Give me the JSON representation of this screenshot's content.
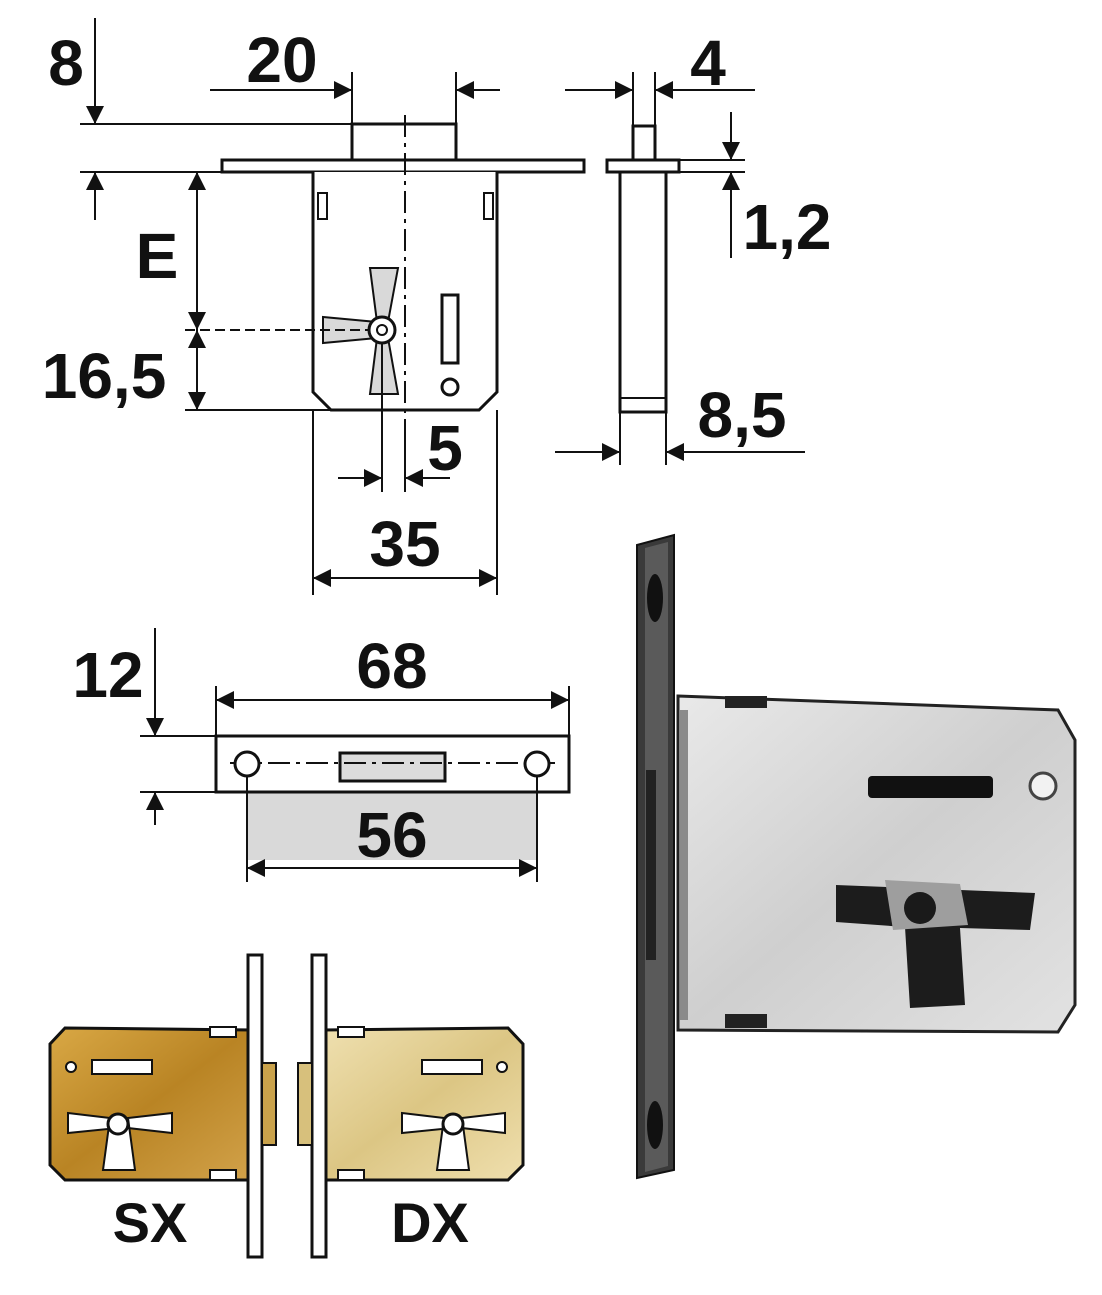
{
  "dimensions": {
    "d8": "8",
    "d20": "20",
    "d4": "4",
    "d1_2": "1,2",
    "dE": "E",
    "d16_5": "16,5",
    "d8_5": "8,5",
    "d5": "5",
    "d35": "35",
    "d12": "12",
    "d68": "68",
    "d56": "56"
  },
  "labels": {
    "left_hand": "SX",
    "right_hand": "DX"
  },
  "colors": {
    "line": "#111111",
    "steel_plate": "#d8d8d8",
    "steel_dark": "#2a2a2a",
    "brass_left": "#c9932c",
    "brass_right": "#e6d39a"
  }
}
